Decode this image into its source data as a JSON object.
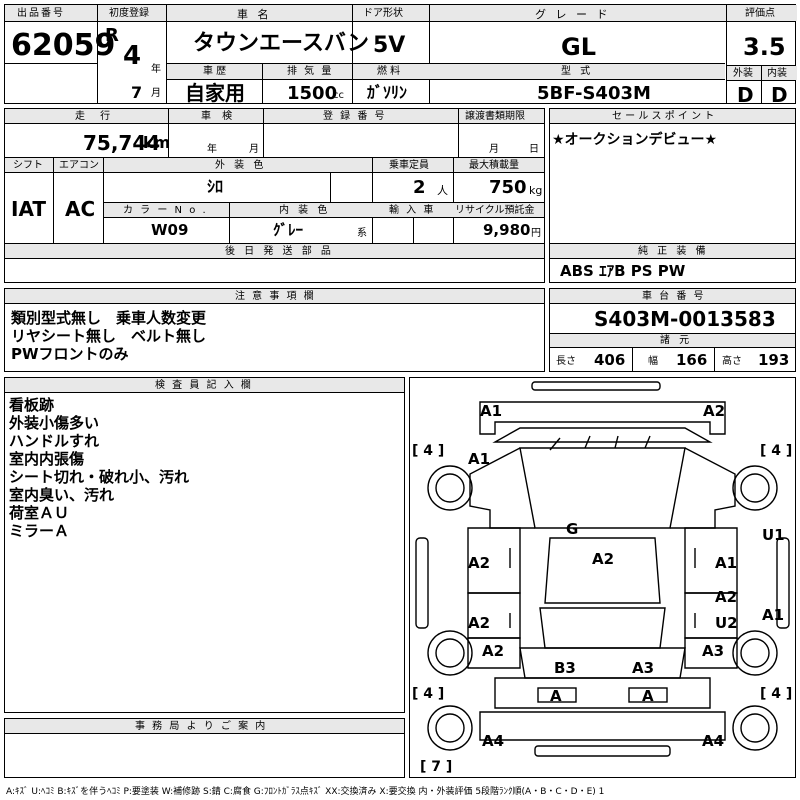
{
  "header_row": {
    "lot_label": "出品番号",
    "lot_value": "62059",
    "first_reg_label": "初度登録",
    "era": "R",
    "year_value": "4",
    "year_unit": "年",
    "month_value": "7",
    "month_unit": "月",
    "car_name_label": "車 名",
    "car_name": "タウンエースバン",
    "history_label": "車 歴",
    "history_value": "自家用",
    "displacement_label": "排 気 量",
    "displacement_value": "1500",
    "displacement_unit": "cc",
    "door_label": "ドア形状",
    "door_value": "5V",
    "fuel_label": "燃 料",
    "fuel_value": "ｶﾞｿﾘﾝ",
    "grade_label": "グ レ ー ド",
    "grade_value": "GL",
    "model_label": "型 式",
    "model_value": "5BF-S403M",
    "score_label": "評価点",
    "score_value": "3.5",
    "ext_label": "外装",
    "ext_value": "D",
    "int_label": "内装",
    "int_value": "D"
  },
  "row2": {
    "mileage_label": "走 行",
    "mileage_value": "75,744",
    "mileage_unit": "km",
    "inspection_label": "車 検",
    "insp_year_unit": "年",
    "insp_month_unit": "月",
    "reg_label": "登 録 番 号",
    "transfer_label": "譲渡書類期限",
    "transfer_month_unit": "月",
    "transfer_day_unit": "日",
    "sales_label": "セ ー ル ス ポ イ ン ト",
    "sales_value": "★オークションデビュー★",
    "shift_label": "シフト",
    "shift_value": "IAT",
    "ac_label": "エアコン",
    "ac_value": "AC",
    "color_label": "外 装 色",
    "color_value": "ｼﾛ",
    "capacity_label": "乗車定員",
    "capacity_value": "2",
    "capacity_unit": "人",
    "load_label": "最大積載量",
    "load_value": "750",
    "load_unit": "kg",
    "colorno_label": "カ ラ ー N o .",
    "colorno_value": "W09",
    "interior_label": "内 装 色",
    "interior_value": "ｸﾞﾚｰ",
    "interior_unit": "系",
    "import_label": "輸 入 車",
    "recycle_label": "リサイクル預託金",
    "recycle_value": "9,980",
    "recycle_unit": "円",
    "later_label": "後 日 発 送 部 品",
    "equip_label": "純 正 装 備",
    "equip_value": "ABS ｴｱB PS PW"
  },
  "notice": {
    "label": "注 意 事 項 欄",
    "lines": [
      "類別型式無し　乗車人数変更",
      "リヤシート無し　ベルト無し",
      "PWフロントのみ"
    ]
  },
  "chassis": {
    "label": "車 台 番 号",
    "value": "S403M-0013583",
    "spec_label": "諸 元",
    "length_label": "長さ",
    "length_value": "406",
    "width_label": "幅",
    "width_value": "166",
    "height_label": "高さ",
    "height_value": "193"
  },
  "inspector": {
    "label": "検 査 員 記 入 欄",
    "lines": [
      "看板跡",
      "外装小傷多い",
      "ハンドルすれ",
      "室内内張傷",
      "シート切れ・破れ小、汚れ",
      "室内臭い、汚れ",
      "荷室ＡＵ",
      "ミラーＡ"
    ]
  },
  "office": {
    "label": "事 務 局 よ り ご 案 内"
  },
  "diagram": {
    "marks": [
      "A1",
      "A2",
      "A1",
      "G",
      "A2",
      "A2",
      "A1",
      "U1",
      "A2",
      "A2",
      "U2",
      "A1",
      "A2",
      "A3",
      "B3",
      "A3",
      "A",
      "A",
      "A4",
      "A4"
    ],
    "tires": [
      "[ 4 ]",
      "[ 4 ]",
      "[ 4 ]",
      "[ 4 ]",
      "[ 7 ]"
    ]
  },
  "legend": "A:ｷｽﾞ  U:ﾍｺﾐ  B:ｷｽﾞを伴うﾍｺﾐ  P:要塗装  W:補修跡  S:錆  C:腐食  G:ﾌﾛﾝﾄｶﾞﾗｽ点ｷｽﾞ  XX:交換済み  X:要交換    内・外装評価  5段階ﾗﾝｸ順(A・B・C・D・E) 1"
}
